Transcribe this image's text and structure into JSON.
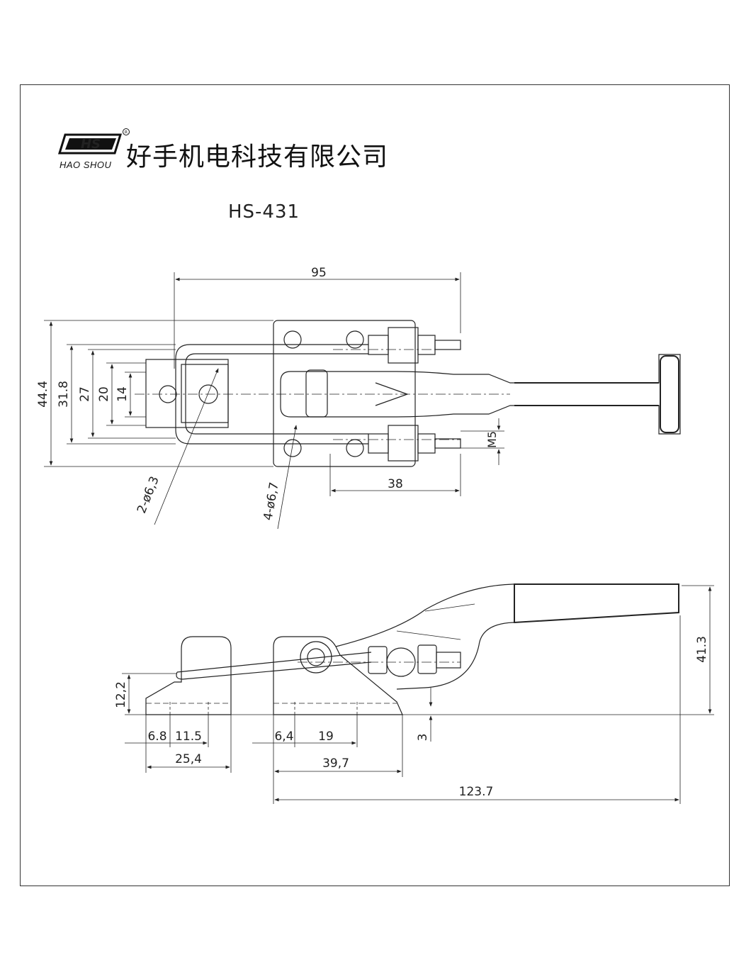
{
  "header": {
    "logo_text": "HS",
    "logo_subtitle": "HAO SHOU",
    "company_name": "好手机电科技有限公司",
    "model": "HS-431"
  },
  "top_view": {
    "dims": {
      "width_overall": "95",
      "height_overall": "44.4",
      "height_318": "31.8",
      "height_27": "27",
      "height_20": "20",
      "height_14": "14",
      "thread": "M5",
      "rod_length": "38",
      "hole_small": "2-ø6,3",
      "hole_large": "4-ø6,7"
    }
  },
  "side_view": {
    "dims": {
      "height_122": "12,2",
      "offset_68": "6.8",
      "spacing_115": "11.5",
      "width_254": "25,4",
      "offset_64": "6,4",
      "spacing_19": "19",
      "width_397": "39,7",
      "length_1237": "123.7",
      "height_413": "41.3",
      "thickness_3": "3"
    }
  }
}
